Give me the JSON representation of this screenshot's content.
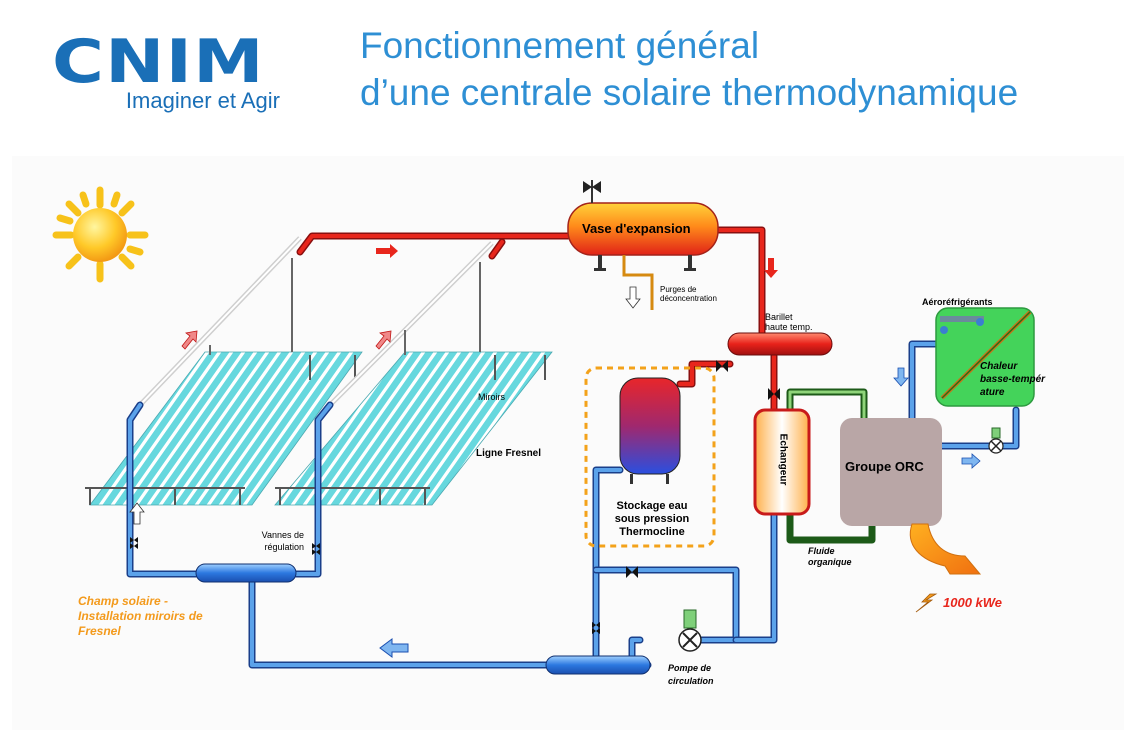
{
  "brand": {
    "logo_text": "CNIM",
    "slogan": "Imaginer et Agir",
    "color": "#1a6fb7"
  },
  "title": {
    "line1": "Fonctionnement général",
    "line2": "d’une centrale solaire thermodynamique",
    "color": "#2e8fd4"
  },
  "labels": {
    "vase": "Vase d'expansion",
    "purges_line1": "Purges de",
    "purges_line2": "déconcentration",
    "barillet_line1": "Barillet",
    "barillet_line2": "haute temp.",
    "aero": "Aéroréfrigérants",
    "chaleur_line1": "Chaleur",
    "chaleur_line2": "basse-tempér",
    "chaleur_line3": "ature",
    "miroirs": "Miroirs",
    "ligne_fresnel": "Ligne Fresnel",
    "echangeur": "Echangeur",
    "groupe_orc": "Groupe ORC",
    "stockage_line1": "Stockage eau",
    "stockage_line2": "sous pression",
    "stockage_line3": "Thermocline",
    "vannes_line1": "Vannes de",
    "vannes_line2": "régulation",
    "champ_line1": "Champ solaire -",
    "champ_line2": "Installation miroirs de",
    "champ_line3": "Fresnel",
    "fluide_line1": "Fluide",
    "fluide_line2": "organique",
    "power": "1000 kWe",
    "pompe_line1": "Pompe de",
    "pompe_line2": "circulation"
  },
  "colors": {
    "hot_pipe": "#e8261c",
    "cold_pipe": "#3b82d6",
    "green_pipe": "#2f8a2a",
    "orange_accent": "#f39a1c",
    "mirror": "#5fd6dc",
    "orc_box": "#b9a6a6",
    "cooler_box": "#44d35a"
  },
  "icons": [
    "sun-icon",
    "valve-icon",
    "arrow-icon",
    "lightning-icon",
    "pump-icon",
    "fan-icon"
  ]
}
